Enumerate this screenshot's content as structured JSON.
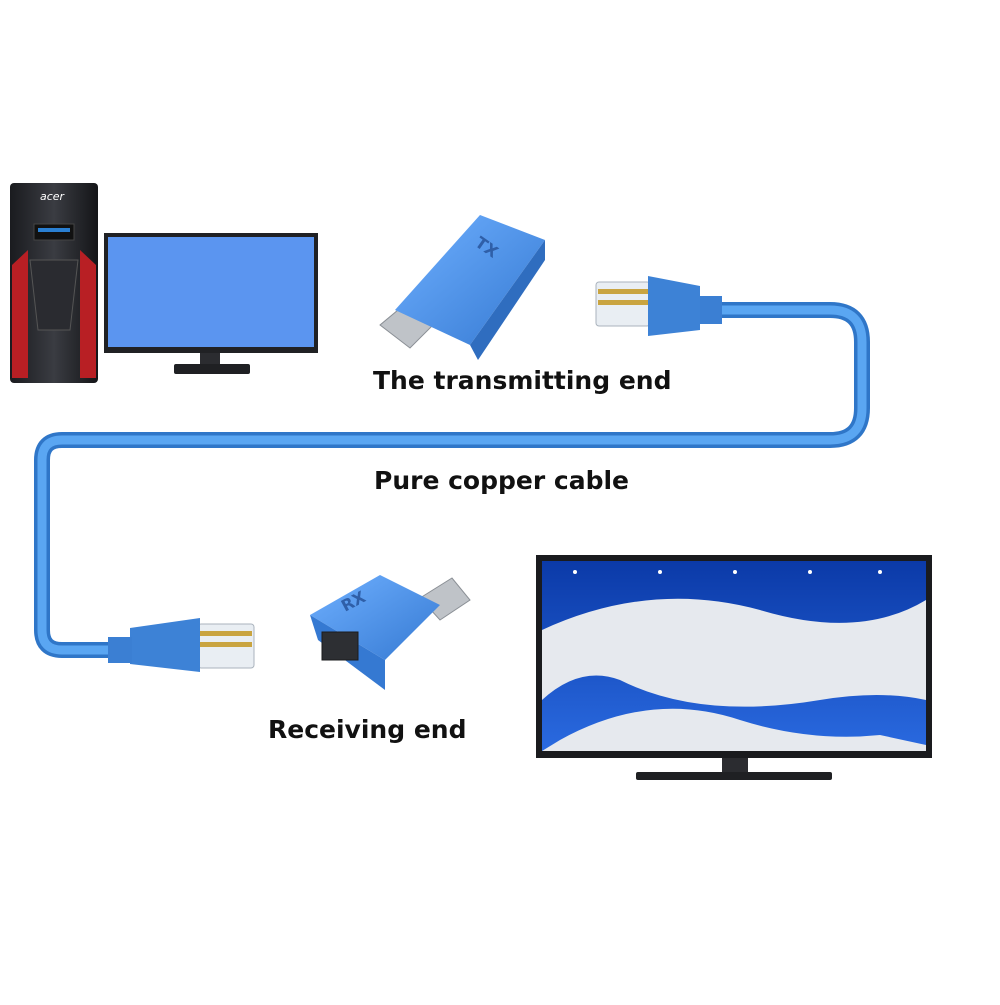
{
  "labels": {
    "transmitting_end": "The transmitting end",
    "pure_copper_cable": "Pure copper cable",
    "receiving_end": "Receiving end"
  },
  "pc_brand": "acer",
  "transmitter_mark": "TX",
  "receiver_mark": "RX",
  "colors": {
    "cable_blue": "#3f8fe0",
    "adapter_blue": "#4a90e2",
    "monitor_screen": "#5b95f0",
    "tv_blue": "#1a4fc4",
    "tower_accent": "#d8262b"
  },
  "icons": [
    "pc-tower-icon",
    "monitor-icon",
    "hdmi-transmitter-icon",
    "rj45-plug-icon",
    "ethernet-cable-icon",
    "hdmi-receiver-icon",
    "tv-icon"
  ]
}
